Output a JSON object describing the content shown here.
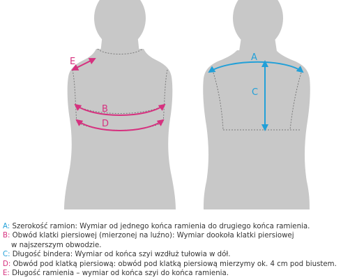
{
  "colors": {
    "body_fill": "#c8c8c8",
    "dash": "#7a7a7a",
    "pink": "#d6317f",
    "cyan": "#22a0d8",
    "text": "#333333"
  },
  "markers": {
    "A": "A",
    "B": "B",
    "C": "C",
    "D": "D",
    "E": "E"
  },
  "legend": {
    "a": {
      "letter": "A:",
      "color": "#22a0d8",
      "text": " Szerokość ramion: Wymiar od jednego końca ramienia do drugiego końca ramienia."
    },
    "b": {
      "letter": "B:",
      "color": "#d6317f",
      "text": " Obwód klatki piersiowej (mierzonej na luźno): Wymiar dookoła klatki piersiowej",
      "cont": "w najszerszym obwodzie."
    },
    "c": {
      "letter": "C:",
      "color": "#22a0d8",
      "text": " Długość bindera: Wymiar od końca szyi wzdłuż tułowia w dół."
    },
    "d": {
      "letter": "D:",
      "color": "#d6317f",
      "text": " Obwód pod klatką piersiową: obwód pod klatką piersiową mierzymy ok. 4 cm pod biustem."
    },
    "e": {
      "letter": "E:",
      "color": "#d6317f",
      "text": " Długość ramienia – wymiar od końca szyi do końca ramienia."
    }
  }
}
